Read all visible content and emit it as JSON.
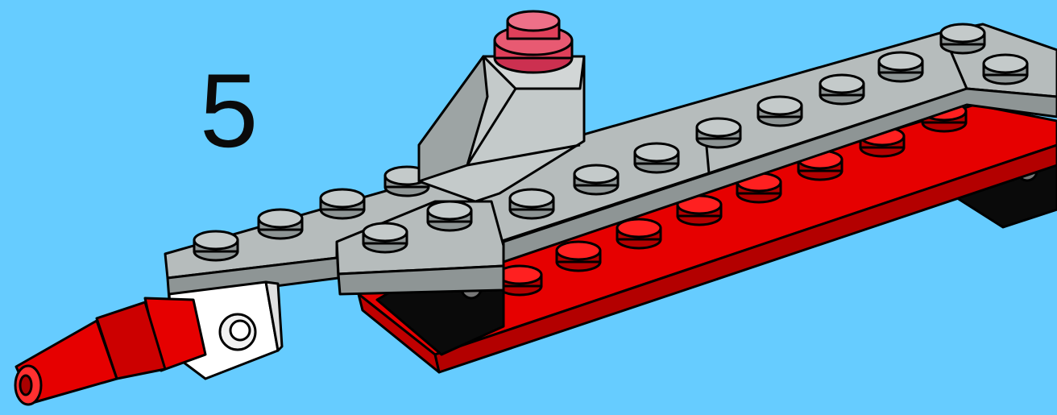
{
  "step": {
    "number": "5"
  },
  "colors": {
    "background": "#66ccff",
    "red": "#e60000",
    "red_dark": "#b30000",
    "gray": "#b6bcbc",
    "gray_dark": "#8e9595",
    "pink": "#e0405a",
    "white": "#ffffff",
    "black": "#000000"
  },
  "parts": [
    {
      "name": "red-plate",
      "icon": "red-plate-icon"
    },
    {
      "name": "gray-plate",
      "icon": "gray-plate-icon"
    },
    {
      "name": "gray-slope",
      "icon": "slope-brick-icon"
    },
    {
      "name": "pink-round-stud",
      "icon": "round-plate-icon"
    },
    {
      "name": "red-cone",
      "icon": "cone-icon"
    },
    {
      "name": "white-technic-brick",
      "icon": "technic-brick-icon"
    },
    {
      "name": "black-wheel-holders",
      "icon": "bracket-icon"
    }
  ]
}
